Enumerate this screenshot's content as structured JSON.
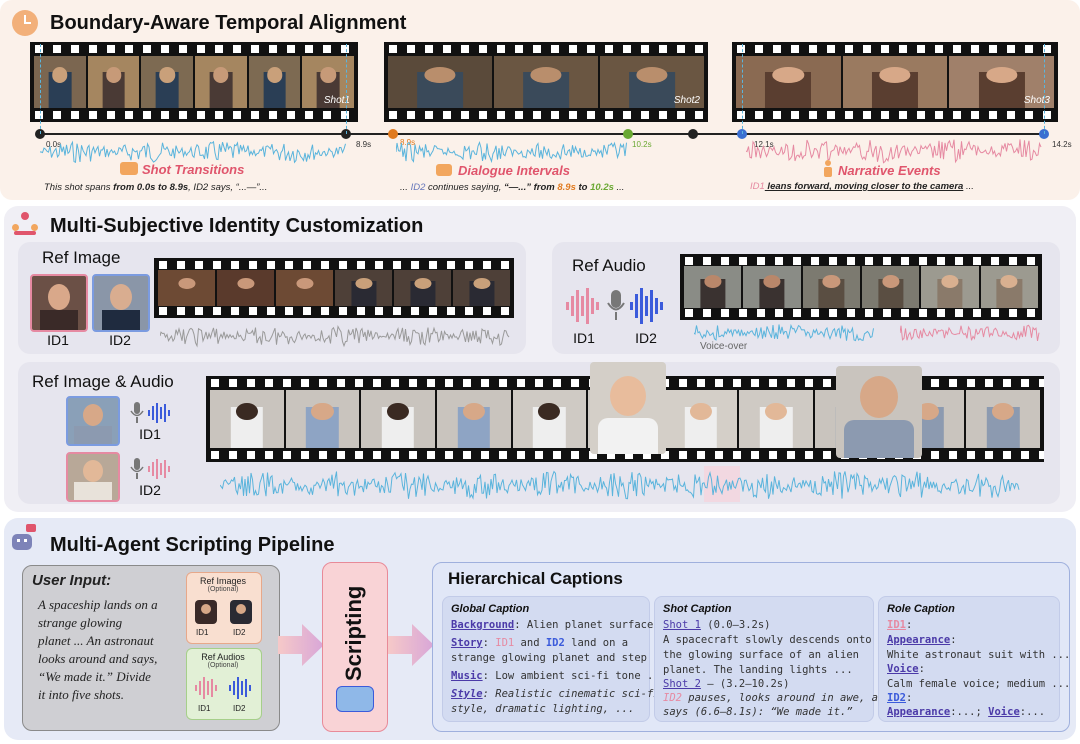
{
  "section1": {
    "title": "Boundary-Aware Temporal Alignment",
    "shots": [
      "Shot1",
      "Shot2",
      "Shot3"
    ],
    "times": [
      "0.0s",
      "8.9s",
      "8.9s",
      "10.2s",
      "12.1s",
      "14.2s"
    ],
    "events": [
      {
        "label": "Shot Transitions",
        "color": "#e0556c"
      },
      {
        "label": "Dialogue Intervals",
        "color": "#e0556c"
      },
      {
        "label": "Narrative Events",
        "color": "#e0556c"
      }
    ],
    "desc1": {
      "a": "This shot spans ",
      "b": "from 0.0s to 8.9s",
      "c": ", ID2 says, “...—”..."
    },
    "desc2": {
      "a": "... ",
      "b": "ID2",
      "c": " continues saying, ",
      "d": "“—...” from ",
      "e": "8.9s",
      "f": " to ",
      "g": "10.2s",
      "h": " ..."
    },
    "desc3": {
      "a": "ID1",
      "b": " leans forward, moving closer to the camera",
      "c": " ..."
    }
  },
  "section2": {
    "title": "Multi-Subjective Identity Customization",
    "ref_image": {
      "label": "Ref Image",
      "ids": [
        "ID1",
        "ID2"
      ]
    },
    "ref_audio": {
      "label": "Ref Audio",
      "ids": [
        "ID1",
        "ID2"
      ],
      "voiceover": "Voice-over"
    },
    "ref_image_audio": {
      "label": "Ref Image & Audio",
      "ids": [
        "ID1",
        "ID2"
      ]
    }
  },
  "section3": {
    "title": "Multi-Agent Scripting Pipeline",
    "user_input": {
      "heading": "User Input:",
      "lines": [
        "A spaceship lands on a",
        "strange glowing",
        "planet ... An astronaut",
        "looks around and says,",
        "“We made it.” Divide",
        "it into five shots."
      ]
    },
    "ref_images": {
      "title": "Ref Images",
      "optional": "(Optional)",
      "ids": [
        "ID1",
        "ID2"
      ]
    },
    "ref_audios": {
      "title": "Ref Audios",
      "optional": "(Optional)",
      "ids": [
        "ID1",
        "ID2"
      ]
    },
    "scripting": "Scripting",
    "captions_title": "Hierarchical Captions",
    "global": {
      "title": "Global Caption",
      "bg_key": "Background",
      "bg_val": ": Alien planet surface ...",
      "story_key": "Story",
      "story_a": ": ",
      "story_id1": "ID1",
      "story_b": " and ",
      "story_id2": "ID2",
      "story_c": " land on a",
      "story_l2": "strange glowing planet and step ...",
      "music_key": "Music",
      "music_val": ": Low ambient sci-fi tone ...",
      "style_key": "Style",
      "style_val": ": Realistic cinematic sci-fi",
      "style_l2": "style, dramatic lighting, ..."
    },
    "shot": {
      "title": "Shot Caption",
      "s1_key": "Shot 1",
      "s1_val": " (0.0–3.2s)",
      "s1_l1": "A spacecraft slowly descends onto",
      "s1_l2": "the glowing surface of an alien",
      "s1_l3": "planet. The landing lights ...",
      "s2_key": "Shot 2",
      "s2_val": " — (3.2–10.2s)",
      "s2_id": "ID2",
      "s2_l1": " pauses, looks around in awe, and",
      "s2_l2": "says (6.6–8.1s): “We made it.”"
    },
    "role": {
      "title": "Role Caption",
      "id1": "ID1",
      "colon": ":",
      "app_key": "Appearance",
      "app_colon": ":",
      "app_val": "White astronaut suit with ...",
      "voice_key": "Voice",
      "voice_colon": ":",
      "voice_val": "Calm female voice; medium ...",
      "id2": "ID2",
      "app2_key": "Appearance",
      "app2_val": ":...; ",
      "voice2_key": "Voice",
      "voice2_val": ":..."
    }
  },
  "colors": {
    "accent_blue": "#3b5bdb",
    "accent_pink": "#e0556c",
    "wave_blue": "#5ab4dc",
    "wave_pink": "#e68aa2",
    "purple": "#4b3aa8",
    "orange": "#e07a1f",
    "green": "#6aa832"
  }
}
